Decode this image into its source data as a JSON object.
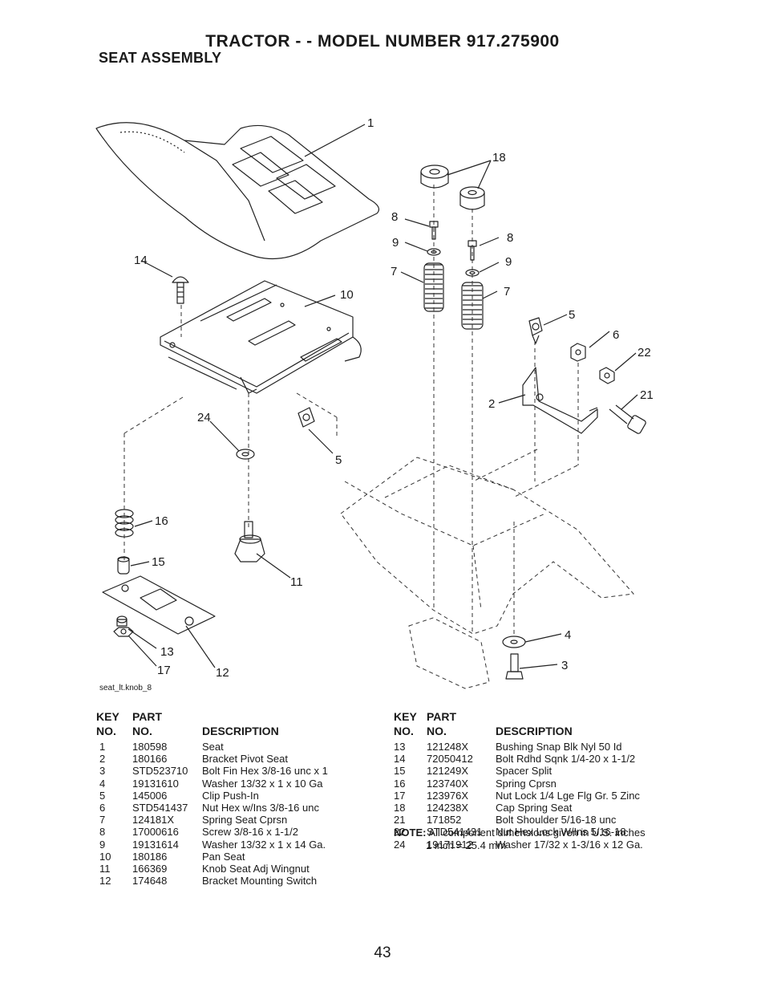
{
  "header": {
    "title": "TRACTOR - - MODEL NUMBER 917.275900",
    "subtitle": "SEAT ASSEMBLY"
  },
  "figure": {
    "label": "seat_lt.knob_8",
    "callouts": [
      "1",
      "18",
      "8",
      "9",
      "7",
      "8",
      "9",
      "7",
      "5",
      "6",
      "22",
      "21",
      "2",
      "14",
      "10",
      "24",
      "5",
      "16",
      "15",
      "11",
      "13",
      "17",
      "12",
      "4",
      "3"
    ]
  },
  "table_headers": {
    "key": "KEY",
    "part": "PART",
    "no1": "NO.",
    "no2": "NO.",
    "description": "DESCRIPTION"
  },
  "parts_left": [
    {
      "key": "1",
      "part": "180598",
      "desc": "Seat"
    },
    {
      "key": "2",
      "part": "180166",
      "desc": "Bracket Pivot Seat"
    },
    {
      "key": "3",
      "part": "STD523710",
      "desc": "Bolt Fin Hex 3/8-16 unc x 1"
    },
    {
      "key": "4",
      "part": "19131610",
      "desc": "Washer 13/32 x 1 x 10 Ga"
    },
    {
      "key": "5",
      "part": "145006",
      "desc": "Clip Push-In"
    },
    {
      "key": "6",
      "part": "STD541437",
      "desc": "Nut Hex w/Ins 3/8-16 unc"
    },
    {
      "key": "7",
      "part": "124181X",
      "desc": "Spring Seat Cprsn"
    },
    {
      "key": "8",
      "part": "17000616",
      "desc": "Screw 3/8-16 x 1-1/2"
    },
    {
      "key": "9",
      "part": "19131614",
      "desc": "Washer 13/32 x 1 x 14 Ga."
    },
    {
      "key": "10",
      "part": "180186",
      "desc": "Pan Seat"
    },
    {
      "key": "11",
      "part": "166369",
      "desc": "Knob Seat Adj Wingnut"
    },
    {
      "key": "12",
      "part": "174648",
      "desc": "Bracket Mounting Switch"
    }
  ],
  "parts_right": [
    {
      "key": "13",
      "part": "121248X",
      "desc": "Bushing Snap Blk Nyl 50 Id"
    },
    {
      "key": "14",
      "part": "72050412",
      "desc": "Bolt Rdhd Sqnk 1/4-20 x 1-1/2"
    },
    {
      "key": "15",
      "part": "121249X",
      "desc": "Spacer Split"
    },
    {
      "key": "16",
      "part": "123740X",
      "desc": "Spring Cprsn"
    },
    {
      "key": "17",
      "part": "123976X",
      "desc": "Nut Lock 1/4 Lge Flg Gr. 5 Zinc"
    },
    {
      "key": "18",
      "part": "124238X",
      "desc": "Cap Spring Seat"
    },
    {
      "key": "21",
      "part": "171852",
      "desc": "Bolt Shoulder 5/16-18 unc"
    },
    {
      "key": "22",
      "part": "STD541431",
      "desc": "Nut Hex Lock W/Ins 5/16-18"
    },
    {
      "key": "24",
      "part": "19171912",
      "desc": "Washer 17/32 x 1-3/16 x 12 Ga."
    }
  ],
  "note": {
    "label": "NOTE:",
    "line1": "All component dimensions given in U.S. inches",
    "line2": "1 inch = 25.4 mm"
  },
  "page_number": "43"
}
